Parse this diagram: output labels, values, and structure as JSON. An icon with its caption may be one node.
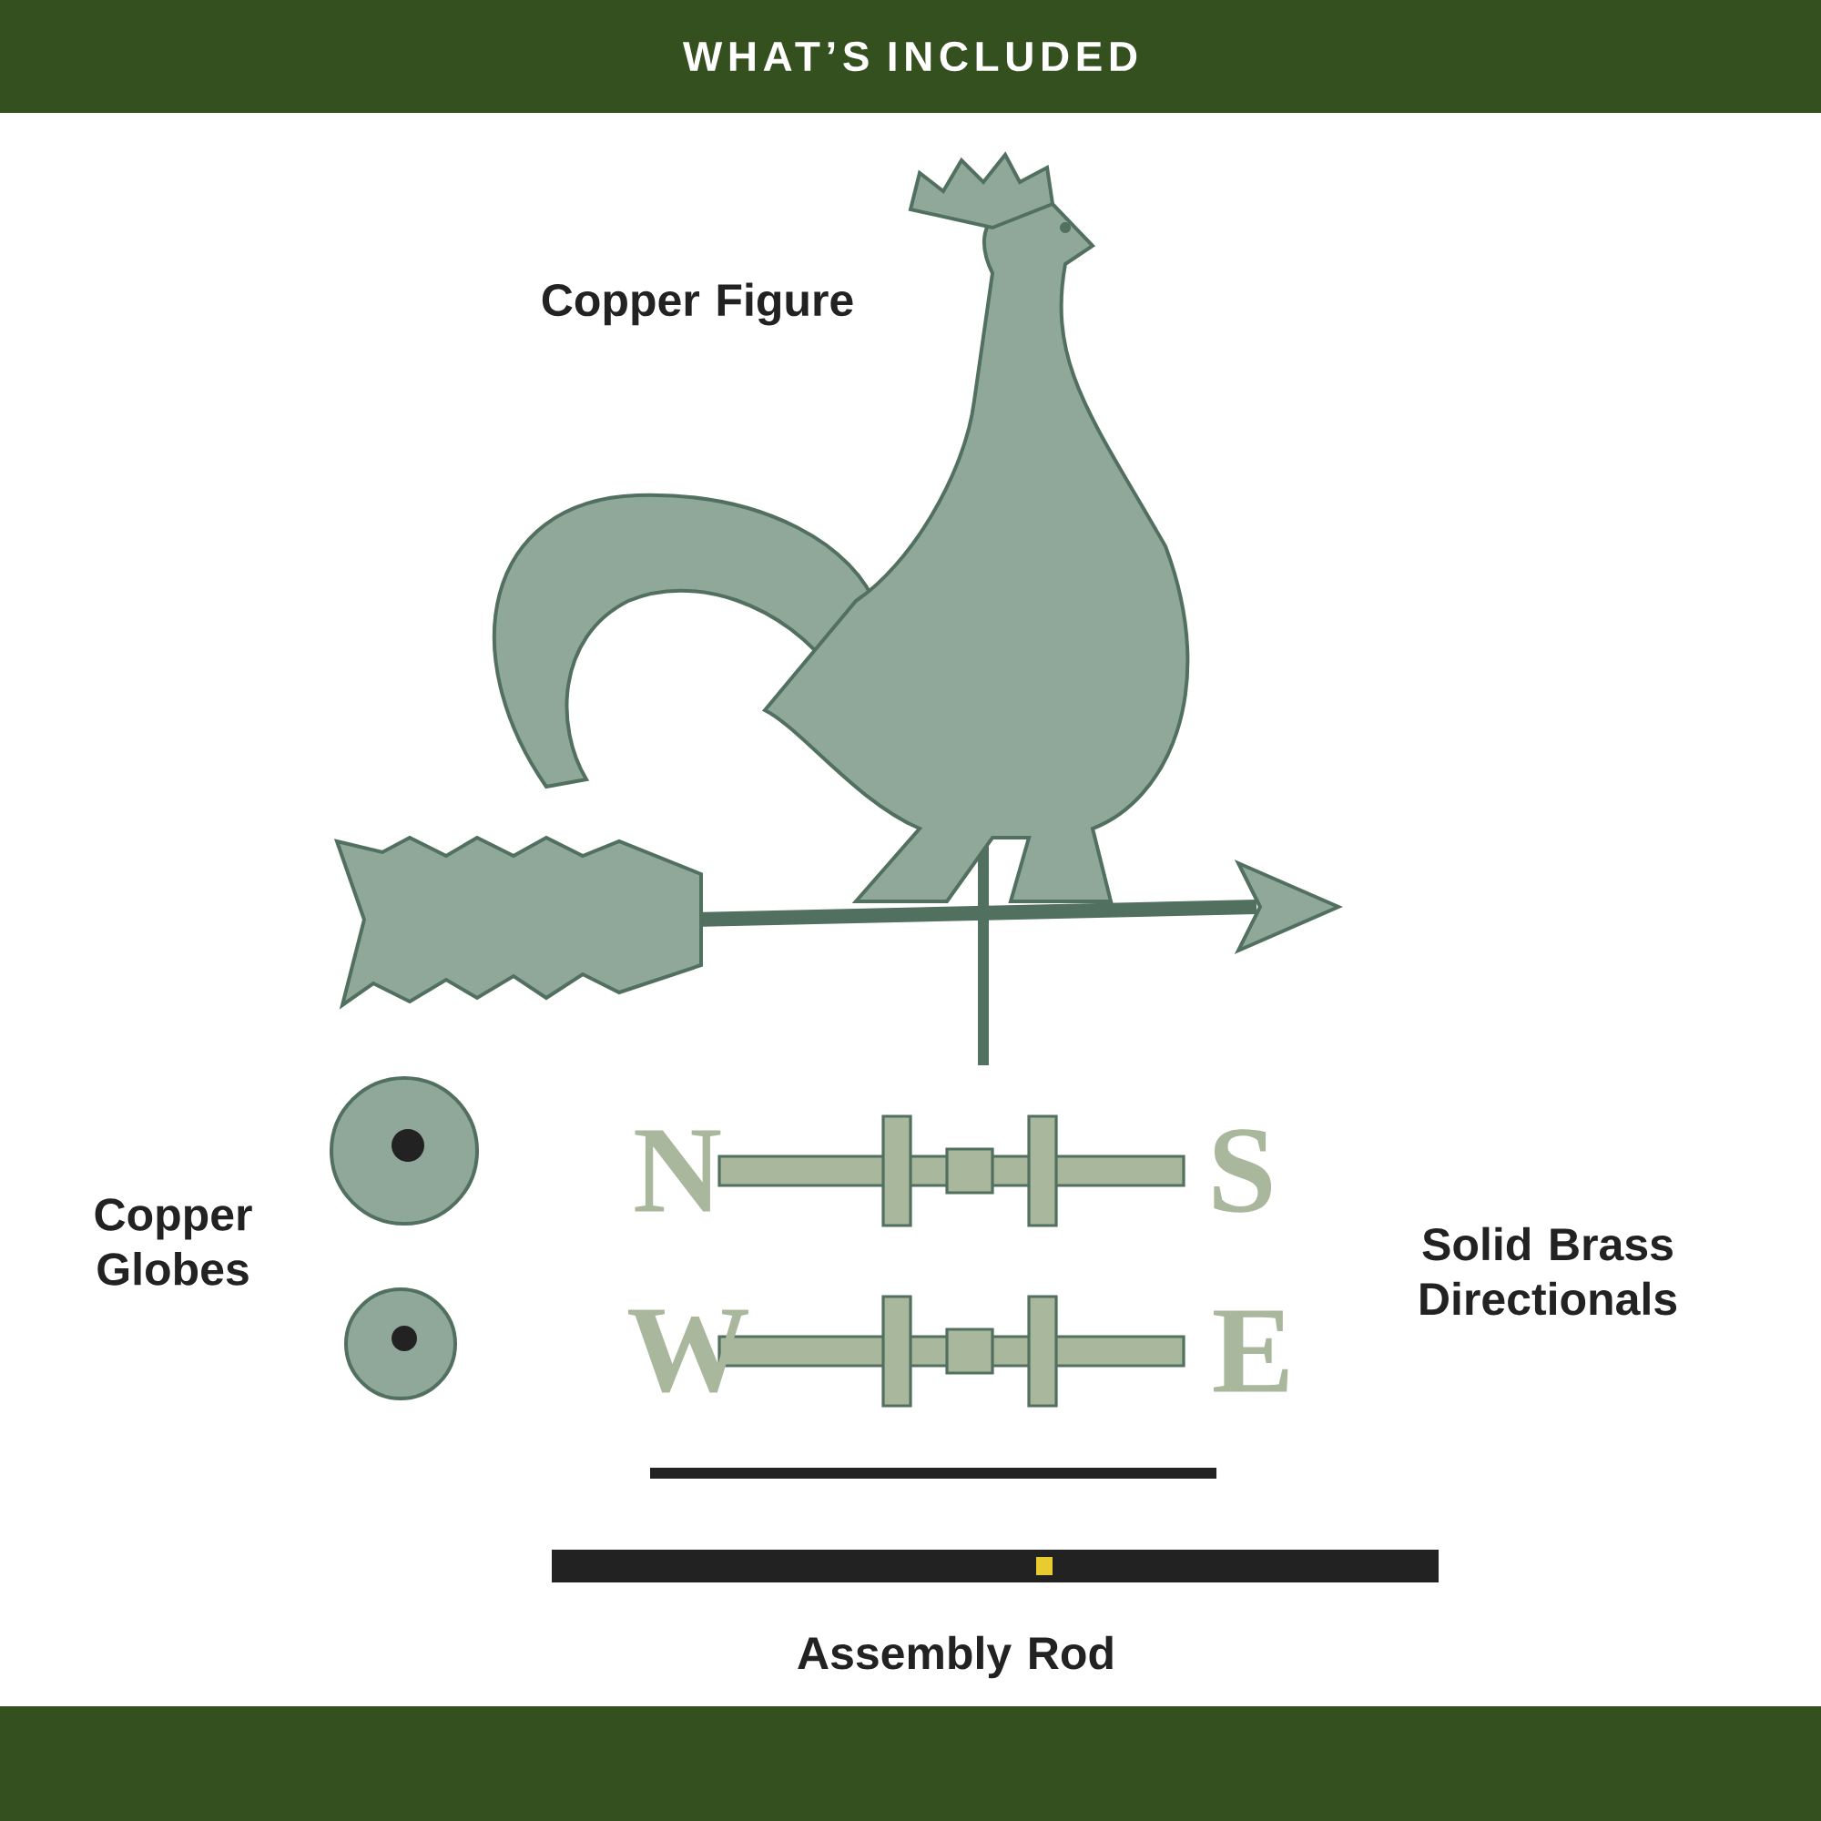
{
  "diagram": {
    "title": "WHAT’S INCLUDED",
    "labels": [
      "Copper Figure",
      "N",
      "S",
      "Copper Globes",
      "Solid Brass Directionals",
      "W",
      "E",
      "Assembly Rod"
    ]
  }
}
